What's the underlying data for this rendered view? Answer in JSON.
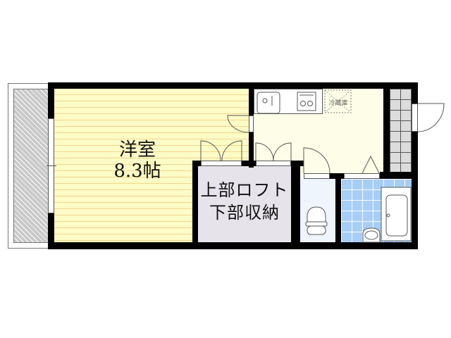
{
  "floor_plan": {
    "rooms": {
      "western_room": {
        "name": "洋室",
        "size": "8.3帖",
        "floor_color": "#fdfbc6",
        "stripe_color": "#f3d58e"
      },
      "storage": {
        "line1": "上部ロフト",
        "line2": "下部収納",
        "color": "#e6e3ea"
      },
      "kitchen": {
        "color": "#fefee8",
        "fridge_label": "冷蔵庫"
      },
      "toilet": {
        "color": "#eef5fc"
      },
      "bathroom": {
        "tile_color": "#a6cef7"
      },
      "entrance": {
        "tile_color": "#dcdcdc"
      },
      "balcony": {
        "hatch_color": "#c9c9c9"
      }
    },
    "wall_color": "#000000"
  }
}
